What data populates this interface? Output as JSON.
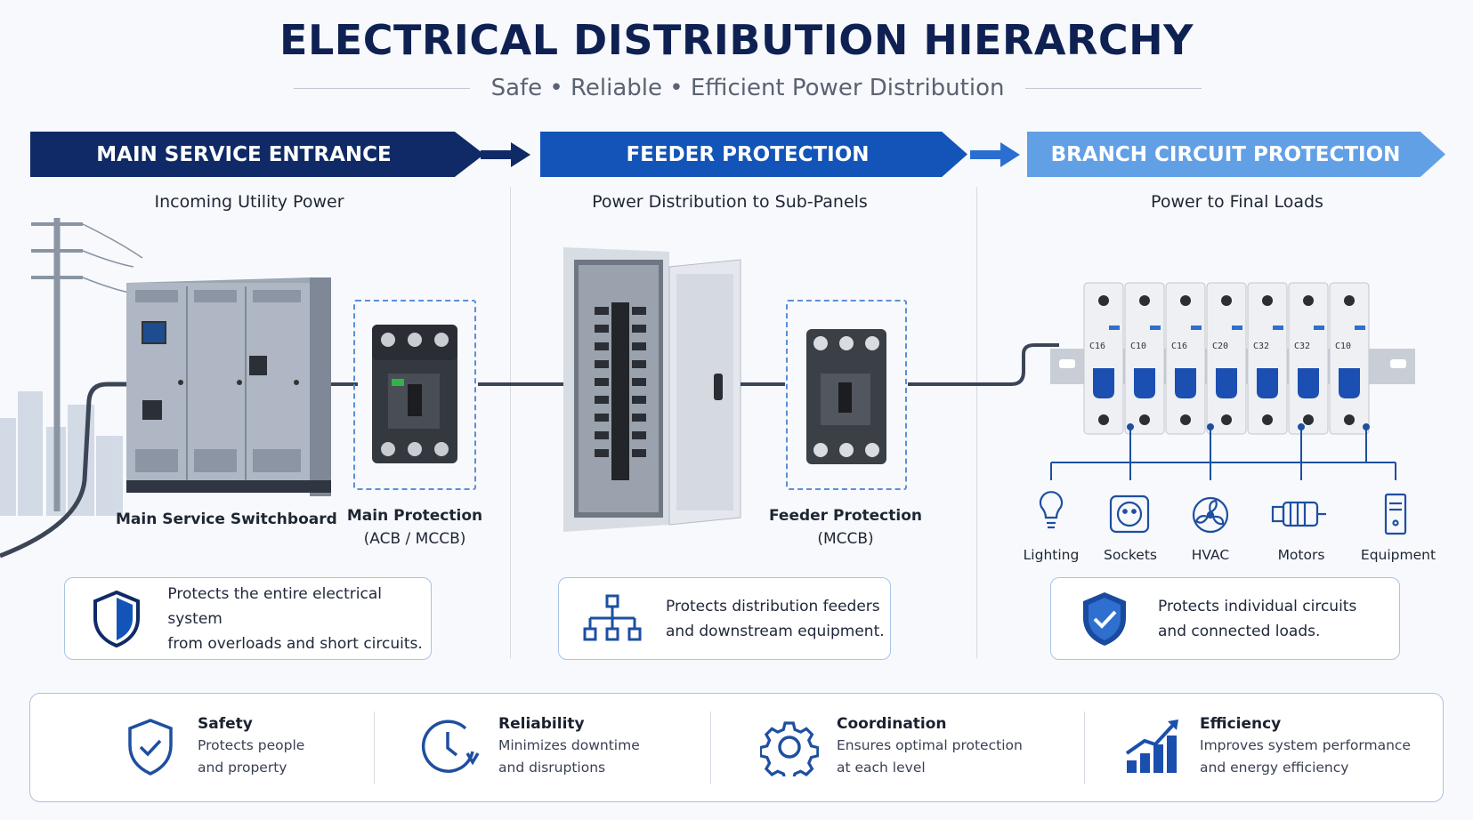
{
  "header": {
    "title": "ELECTRICAL DISTRIBUTION HIERARCHY",
    "subtitle": "Safe • Reliable • Efficient Power Distribution"
  },
  "stages": [
    {
      "banner": "MAIN SERVICE ENTRANCE",
      "heading": "Incoming Utility Power",
      "equipment_label": "Main Service Switchboard",
      "device_label": "Main Protection",
      "device_type": "(ACB / MCCB)",
      "info": [
        "Protects the entire electrical system",
        "from overloads and short circuits."
      ],
      "color": "#0f2a66"
    },
    {
      "banner": "FEEDER PROTECTION",
      "heading": "Power Distribution to Sub-Panels",
      "device_label": "Feeder Protection",
      "device_type": "(MCCB)",
      "info": [
        "Protects distribution feeders",
        "and downstream equipment."
      ],
      "color": "#1354b8"
    },
    {
      "banner": "BRANCH CIRCUIT PROTECTION",
      "heading": "Power to Final Loads",
      "breaker_ratings": [
        "C16",
        "C10",
        "C16",
        "C20",
        "C32",
        "C32",
        "C10"
      ],
      "loads": [
        "Lighting",
        "Sockets",
        "HVAC",
        "Motors",
        "Equipment"
      ],
      "info": [
        "Protects individual circuits",
        "and connected loads."
      ],
      "color": "#62a0e6"
    }
  ],
  "features": [
    {
      "name": "Safety",
      "desc": [
        "Protects people",
        "and property"
      ],
      "icon": "shield-check-icon"
    },
    {
      "name": "Reliability",
      "desc": [
        "Minimizes downtime",
        "and disruptions"
      ],
      "icon": "clock-icon"
    },
    {
      "name": "Coordination",
      "desc": [
        "Ensures optimal protection",
        "at each level"
      ],
      "icon": "gear-icon"
    },
    {
      "name": "Efficiency",
      "desc": [
        "Improves system performance",
        "and energy efficiency"
      ],
      "icon": "bar-chart-icon"
    }
  ],
  "colors": {
    "navy": "#0f2a66",
    "blue": "#1354b8",
    "light_blue": "#62a0e6",
    "title": "#0f2152"
  }
}
